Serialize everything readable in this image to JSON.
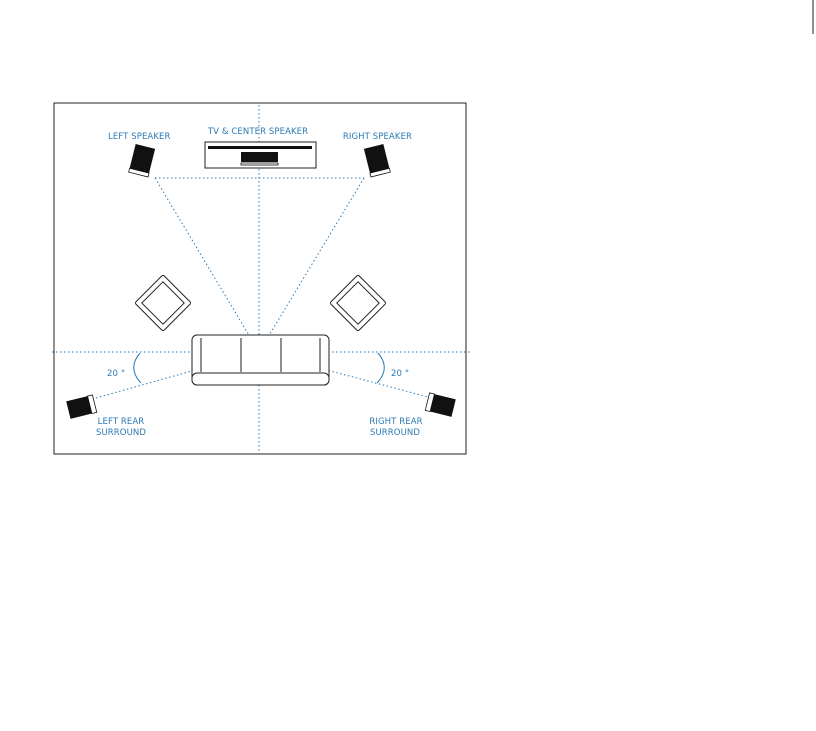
{
  "labels": {
    "left_speaker": "LEFT SPEAKER",
    "center": "TV & CENTER SPEAKER",
    "right_speaker": "RIGHT SPEAKER",
    "left_rear_line1": "LEFT REAR",
    "left_rear_line2": "SURROUND",
    "right_rear_line1": "RIGHT REAR",
    "right_rear_line2": "SURROUND",
    "left_angle": "20 °",
    "right_angle": "20 °"
  },
  "colors": {
    "accent": "#2b7ab4",
    "speaker": "#111111",
    "outline": "#222222"
  }
}
